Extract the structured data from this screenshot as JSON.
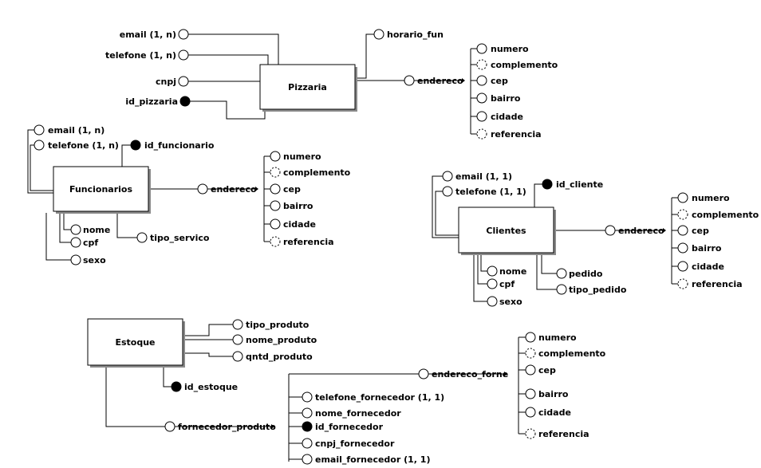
{
  "entities": {
    "pizzaria": {
      "label": "Pizzaria"
    },
    "funcionarios": {
      "label": "Funcionarios"
    },
    "clientes": {
      "label": "Clientes"
    },
    "estoque": {
      "label": "Estoque"
    }
  },
  "attributes": {
    "pizzaria_email": "email (1, n)",
    "pizzaria_telefone": "telefone (1, n)",
    "pizzaria_cnpj": "cnpj",
    "pizzaria_id": "id_pizzaria",
    "pizzaria_horario": "horario_fun",
    "pizzaria_endereco": "endereco",
    "pizzaria_end_numero": "numero",
    "pizzaria_end_complemento": "complemento",
    "pizzaria_end_cep": "cep",
    "pizzaria_end_bairro": "bairro",
    "pizzaria_end_cidade": "cidade",
    "pizzaria_end_referencia": "referencia",
    "func_email": "email (1, n)",
    "func_telefone": "telefone (1, n)",
    "func_id": "id_funcionario",
    "func_nome": "nome",
    "func_cpf": "cpf",
    "func_sexo": "sexo",
    "func_tipo_servico": "tipo_servico",
    "func_endereco": "endereco",
    "func_end_numero": "numero",
    "func_end_complemento": "complemento",
    "func_end_cep": "cep",
    "func_end_bairro": "bairro",
    "func_end_cidade": "cidade",
    "func_end_referencia": "referencia",
    "cli_email": "email (1, 1)",
    "cli_telefone": "telefone (1, 1)",
    "cli_id": "id_cliente",
    "cli_nome": "nome",
    "cli_cpf": "cpf",
    "cli_sexo": "sexo",
    "cli_pedido": "pedido",
    "cli_tipo_pedido": "tipo_pedido",
    "cli_endereco": "endereco",
    "cli_end_numero": "numero",
    "cli_end_complemento": "complemento",
    "cli_end_cep": "cep",
    "cli_end_bairro": "bairro",
    "cli_end_cidade": "cidade",
    "cli_end_referencia": "referencia",
    "est_tipo_produto": "tipo_produto",
    "est_nome_produto": "nome_produto",
    "est_qntd_produto": "qntd_produto",
    "est_id": "id_estoque",
    "est_fornecedor": "fornecedor_produto",
    "forn_telefone": "telefone_fornecedor (1, 1)",
    "forn_nome": "nome_fornecedor",
    "forn_id": "id_fornecedor",
    "forn_cnpj": "cnpj_fornecedor",
    "forn_email": "email_fornecedor (1, 1)",
    "forn_endereco": "endereco_forne",
    "forn_end_numero": "numero",
    "forn_end_complemento": "complemento",
    "forn_end_cep": "cep",
    "forn_end_bairro": "bairro",
    "forn_end_cidade": "cidade",
    "forn_end_referencia": "referencia"
  }
}
